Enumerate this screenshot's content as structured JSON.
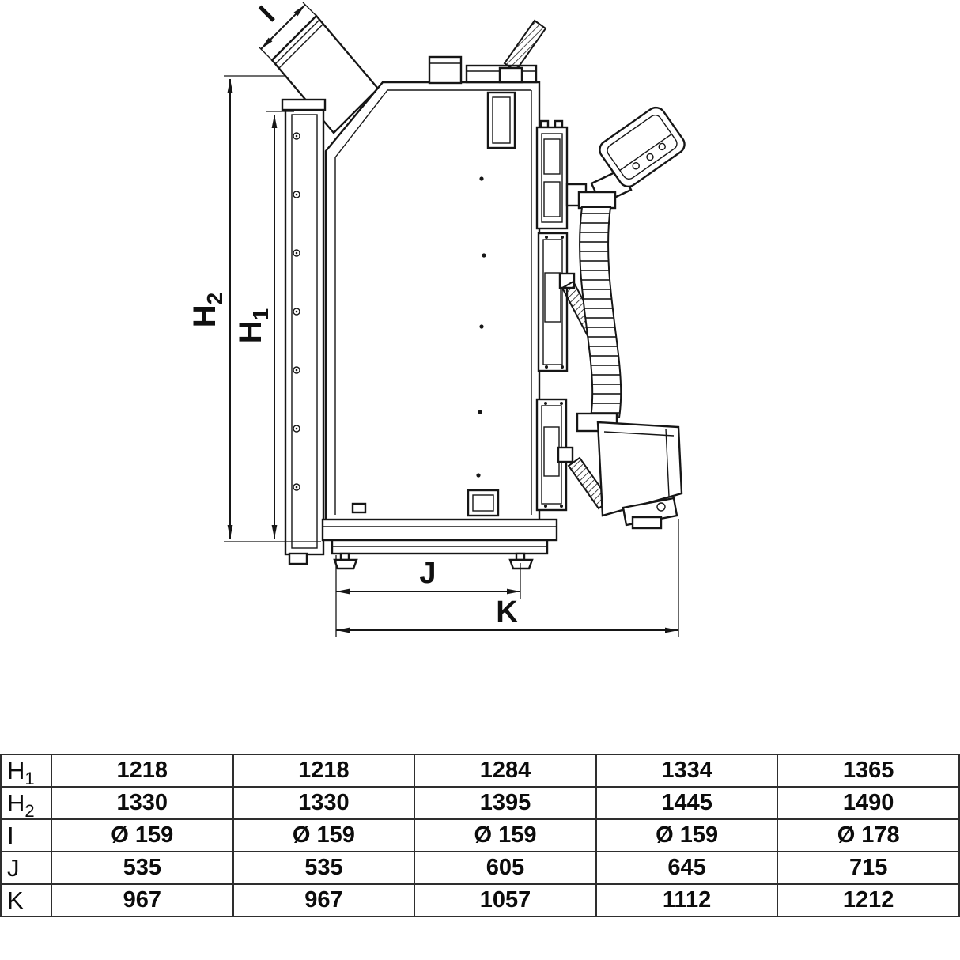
{
  "colors": {
    "line": "#161616",
    "background": "#ffffff"
  },
  "diagram": {
    "dims": {
      "h1": {
        "main": "H",
        "sub": "1"
      },
      "h2": {
        "main": "H",
        "sub": "2"
      },
      "i": "I",
      "j": "J",
      "k": "K"
    }
  },
  "table": {
    "rows": [
      {
        "label": "H",
        "sub": "1",
        "values": [
          "1218",
          "1218",
          "1284",
          "1334",
          "1365"
        ]
      },
      {
        "label": "H",
        "sub": "2",
        "values": [
          "1330",
          "1330",
          "1395",
          "1445",
          "1490"
        ]
      },
      {
        "label": "I",
        "sub": "",
        "values": [
          "Ø 159",
          "Ø 159",
          "Ø 159",
          "Ø 159",
          "Ø 178"
        ]
      },
      {
        "label": "J",
        "sub": "",
        "values": [
          "535",
          "535",
          "605",
          "645",
          "715"
        ]
      },
      {
        "label": "K",
        "sub": "",
        "values": [
          "967",
          "967",
          "1057",
          "1112",
          "1212"
        ]
      }
    ]
  }
}
